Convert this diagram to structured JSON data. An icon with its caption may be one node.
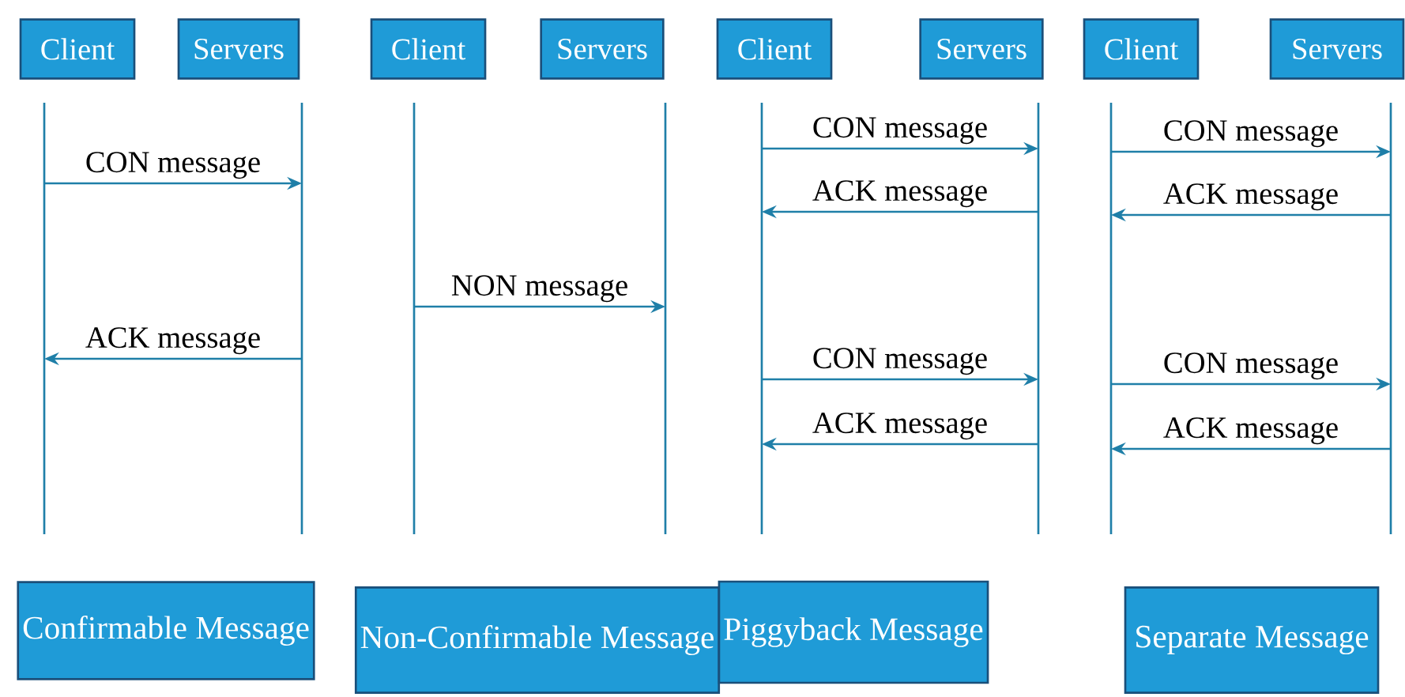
{
  "diagram": {
    "nodes": [
      {
        "text": [
          "Client"
        ]
      },
      {
        "text": [
          "Servers"
        ]
      },
      {
        "text": [
          "Client"
        ]
      },
      {
        "text": [
          "Servers"
        ]
      },
      {
        "text": [
          "Client"
        ]
      },
      {
        "text": [
          "Servers"
        ]
      },
      {
        "text": [
          "Client"
        ]
      },
      {
        "text": [
          "Servers"
        ]
      },
      {
        "text": [],
        "shape": "line"
      },
      {
        "text": [],
        "shape": "line"
      },
      {
        "text": [],
        "shape": "line"
      },
      {
        "text": [],
        "shape": "line"
      },
      {
        "text": [],
        "shape": "line"
      },
      {
        "text": [],
        "shape": "line"
      },
      {
        "text": [],
        "shape": "line"
      },
      {
        "text": [],
        "shape": "line"
      },
      {
        "text": [
          "Confirmable Message"
        ]
      },
      {
        "text": [
          "Non-Confirmable Message"
        ]
      },
      {
        "text": [
          "Piggyback Message"
        ]
      },
      {
        "text": [
          "Separate Message"
        ]
      }
    ],
    "edges": [
      {
        "from": 8,
        "to": 9,
        "arrow": "to",
        "label": "CON message"
      },
      {
        "from": 9,
        "to": 8,
        "arrow": "to",
        "label": "ACK message"
      },
      {
        "from": 10,
        "to": 11,
        "arrow": "to",
        "label": "NON message"
      },
      {
        "from": 12,
        "to": 13,
        "arrow": "to",
        "label": "CON message"
      },
      {
        "from": 13,
        "to": 12,
        "arrow": "to",
        "label": "ACK message"
      },
      {
        "from": 12,
        "to": 13,
        "arrow": "to",
        "label": "CON message"
      },
      {
        "from": 13,
        "to": 12,
        "arrow": "to",
        "label": "ACK message"
      },
      {
        "from": 14,
        "to": 15,
        "arrow": "to",
        "label": "CON message"
      },
      {
        "from": 15,
        "to": 14,
        "arrow": "to",
        "label": "ACK message"
      },
      {
        "from": 14,
        "to": 15,
        "arrow": "to",
        "label": "CON message"
      },
      {
        "from": 15,
        "to": 14,
        "arrow": "to",
        "label": "ACK message"
      }
    ]
  }
}
